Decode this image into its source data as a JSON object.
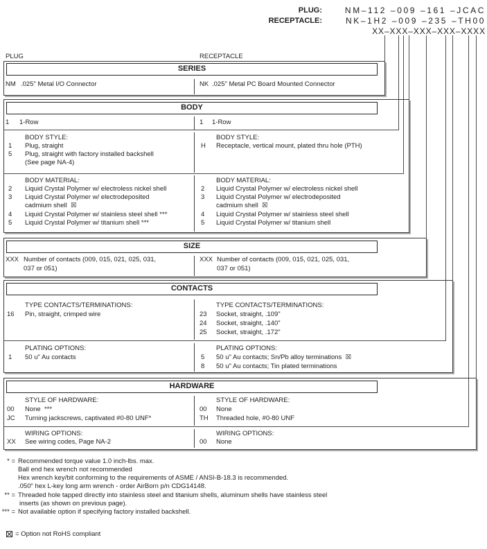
{
  "header": {
    "plug_label": "PLUG:",
    "plug_value": "NM–112 –009 –161 –JCAC",
    "receptacle_label": "RECEPTACLE:",
    "receptacle_value": "NK–1H2 –009 –235 –TH00",
    "mask": "XX–XXX–XXX–XXX–XXXX"
  },
  "columns": {
    "left": "PLUG",
    "right": "RECEPTACLE"
  },
  "series": {
    "title": "SERIES",
    "plug_code": "NM",
    "plug_desc": ".025\" Metal I/O Connector",
    "recep_code": "NK",
    "recep_desc": ".025\" Metal PC Board Mounted Connector"
  },
  "body_section": {
    "title": "BODY",
    "row_plug_code": "1",
    "row_plug_desc": "1-Row",
    "row_recep_code": "1",
    "row_recep_desc": "1-Row",
    "style": {
      "plug_header": "BODY STYLE:",
      "plug_code_1": "1",
      "plug_desc_1": "Plug, straight",
      "plug_code_2": "5",
      "plug_desc_2": "Plug, straight with factory installed backshell",
      "plug_note": "(See page NA-4)",
      "recep_header": "BODY STYLE:",
      "recep_code_1": "H",
      "recep_desc_1": "Receptacle, vertical mount, plated thru hole (PTH)"
    },
    "material": {
      "plug_header": "BODY MATERIAL:",
      "plug_code_1": "2",
      "plug_desc_1": "Liquid Crystal Polymer w/ electroless nickel shell",
      "plug_code_2": "3",
      "plug_desc_2": "Liquid Crystal Polymer w/ electrodeposited",
      "plug_desc_2b": "cadmium shell  ☒",
      "plug_code_3": "4",
      "plug_desc_3": "Liquid Crystal Polymer w/ stainless steel shell ***",
      "plug_code_4": "5",
      "plug_desc_4": "Liquid Crystal Polymer w/ titanium shell ***",
      "recep_header": "BODY MATERIAL:",
      "recep_code_1": "2",
      "recep_desc_1": "Liquid Crystal Polymer w/ electroless nickel shell",
      "recep_code_2": "3",
      "recep_desc_2": "Liquid Crystal Polymer w/ electrodeposited",
      "recep_desc_2b": "cadmium shell  ☒",
      "recep_code_3": "4",
      "recep_desc_3": "Liquid Crystal Polymer w/ stainless steel shell",
      "recep_code_4": "5",
      "recep_desc_4": "Liquid Crystal Polymer w/ titanium shell"
    }
  },
  "size_section": {
    "title": "SIZE",
    "plug_code": "XXX",
    "plug_desc_1": "Number of contacts (009, 015, 021, 025, 031,",
    "plug_desc_2": "037 or 051)",
    "recep_code": "XXX",
    "recep_desc_1": "Number of contacts (009, 015, 021, 025, 031,",
    "recep_desc_2": "037 or 051)"
  },
  "contacts_section": {
    "title": "CONTACTS",
    "type": {
      "plug_header": "TYPE CONTACTS/TERMINATIONS:",
      "plug_code_1": "16",
      "plug_desc_1": "Pin, straight, crimped wire",
      "recep_header": "TYPE CONTACTS/TERMINATIONS:",
      "recep_code_1": "23",
      "recep_desc_1": "Socket, straight, .109\"",
      "recep_code_2": "24",
      "recep_desc_2": "Socket, straight, .140\"",
      "recep_code_3": "25",
      "recep_desc_3": "Socket, straight, .172\""
    },
    "plating": {
      "plug_header": "PLATING OPTIONS:",
      "plug_code_1": "1",
      "plug_desc_1": "50 u\" Au contacts",
      "recep_header": "PLATING OPTIONS:",
      "recep_code_1": "5",
      "recep_desc_1": "50 u\" Au contacts; Sn/Pb alloy terminations  ☒",
      "recep_code_2": "8",
      "recep_desc_2": "50 u\" Au contacts; Tin plated terminations"
    }
  },
  "hardware_section": {
    "title": "HARDWARE",
    "style": {
      "plug_header": "STYLE OF HARDWARE:",
      "plug_code_1": "00",
      "plug_desc_1": "None  ***",
      "plug_code_2": "JC",
      "plug_desc_2": "Turning jackscrews, captivated #0-80 UNF*",
      "recep_header": "STYLE OF HARDWARE:",
      "recep_code_1": "00",
      "recep_desc_1": "None",
      "recep_code_2": "TH",
      "recep_desc_2": "Threaded hole, #0-80 UNF"
    },
    "wiring": {
      "plug_header": "WIRING OPTIONS:",
      "plug_code_1": "XX",
      "plug_desc_1": "See wiring codes, Page NA-2",
      "recep_header": "WIRING OPTIONS:",
      "recep_code_1": "00",
      "recep_desc_1": "None"
    }
  },
  "footnotes": {
    "marker_1": "* =",
    "line_1a": "Recommended torque value 1.0 inch-lbs. max.",
    "line_1b": "Ball end hex wrench not recommended",
    "line_1c": "Hex wrench key/bit conforming to the requirements of ASME / ANSI-B-18.3 is recommended.",
    "line_1d": ".050\" hex L-key long arm wrench - order AirBorn p/n CDG14148.",
    "marker_2": "** =",
    "line_2a": "Threaded hole tapped directly into stainless steel and titanium shells, aluminum shells have stainless steel",
    "line_2b": "inserts (as shown on previous page).",
    "marker_3": "*** =",
    "line_3a": "Not available option if specifying factory installed backshell.",
    "rohs_legend": "= Option not RoHS compliant"
  }
}
